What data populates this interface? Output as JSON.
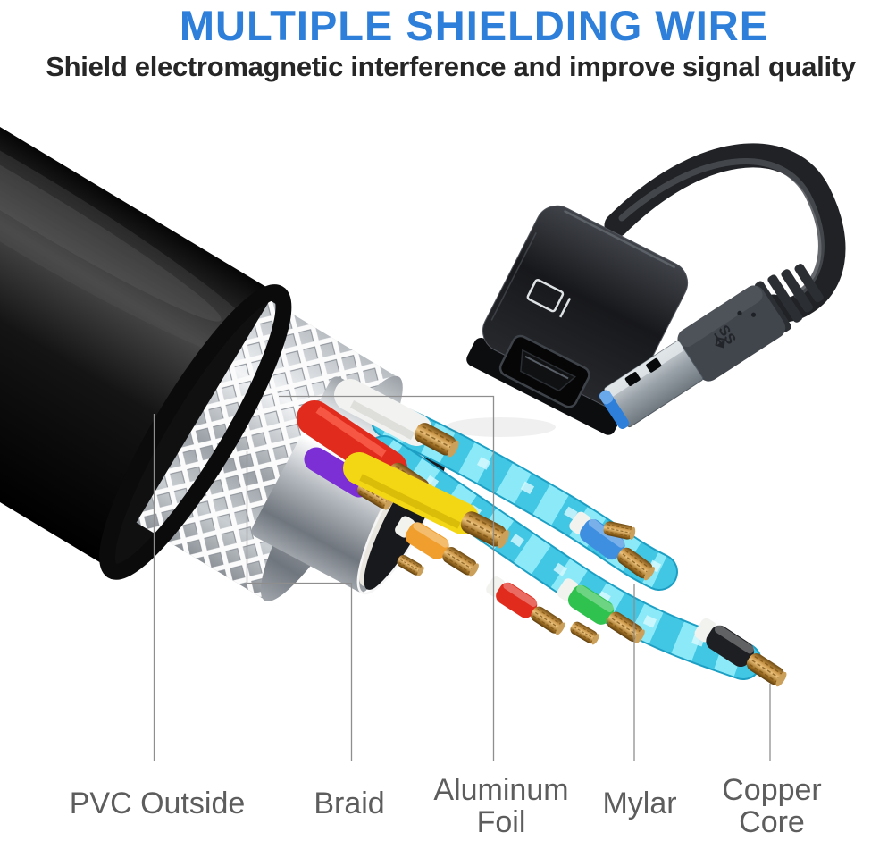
{
  "header": {
    "title": "MULTIPLE SHIELDING WIRE",
    "subtitle": "Shield electromagnetic interference and improve signal quality"
  },
  "labels": [
    {
      "id": "pvc",
      "text": "PVC Outside"
    },
    {
      "id": "braid",
      "text": "Braid"
    },
    {
      "id": "foil",
      "text": "Aluminum Foil"
    },
    {
      "id": "mylar",
      "text": "Mylar"
    },
    {
      "id": "copper",
      "text": "Copper Core"
    }
  ],
  "adapter": {
    "usb_logo": "SS"
  },
  "icons": {
    "adapter_display": "monitor-icon",
    "usb_superspeed": "usb-ss-icon"
  },
  "colors": {
    "title_blue": "#2e7fd9",
    "subtitle_dark": "#262626",
    "label_gray": "#5d5d5d",
    "leader_gray": "#8e8e8e",
    "jacket_black": "#121212",
    "cyan_pair": "#41c6e4",
    "wire_red": "#e02b1d",
    "wire_yellow": "#f3d714",
    "wire_purple": "#7d2fd6",
    "wire_white": "#f2f2f0",
    "wire_orange": "#f09f2e",
    "wire_green": "#2fc24e",
    "wire_blue": "#3f8fe0",
    "wire_black": "#1e1f22",
    "copper": "#c89548",
    "usb_blue": "#2e7fd9"
  }
}
